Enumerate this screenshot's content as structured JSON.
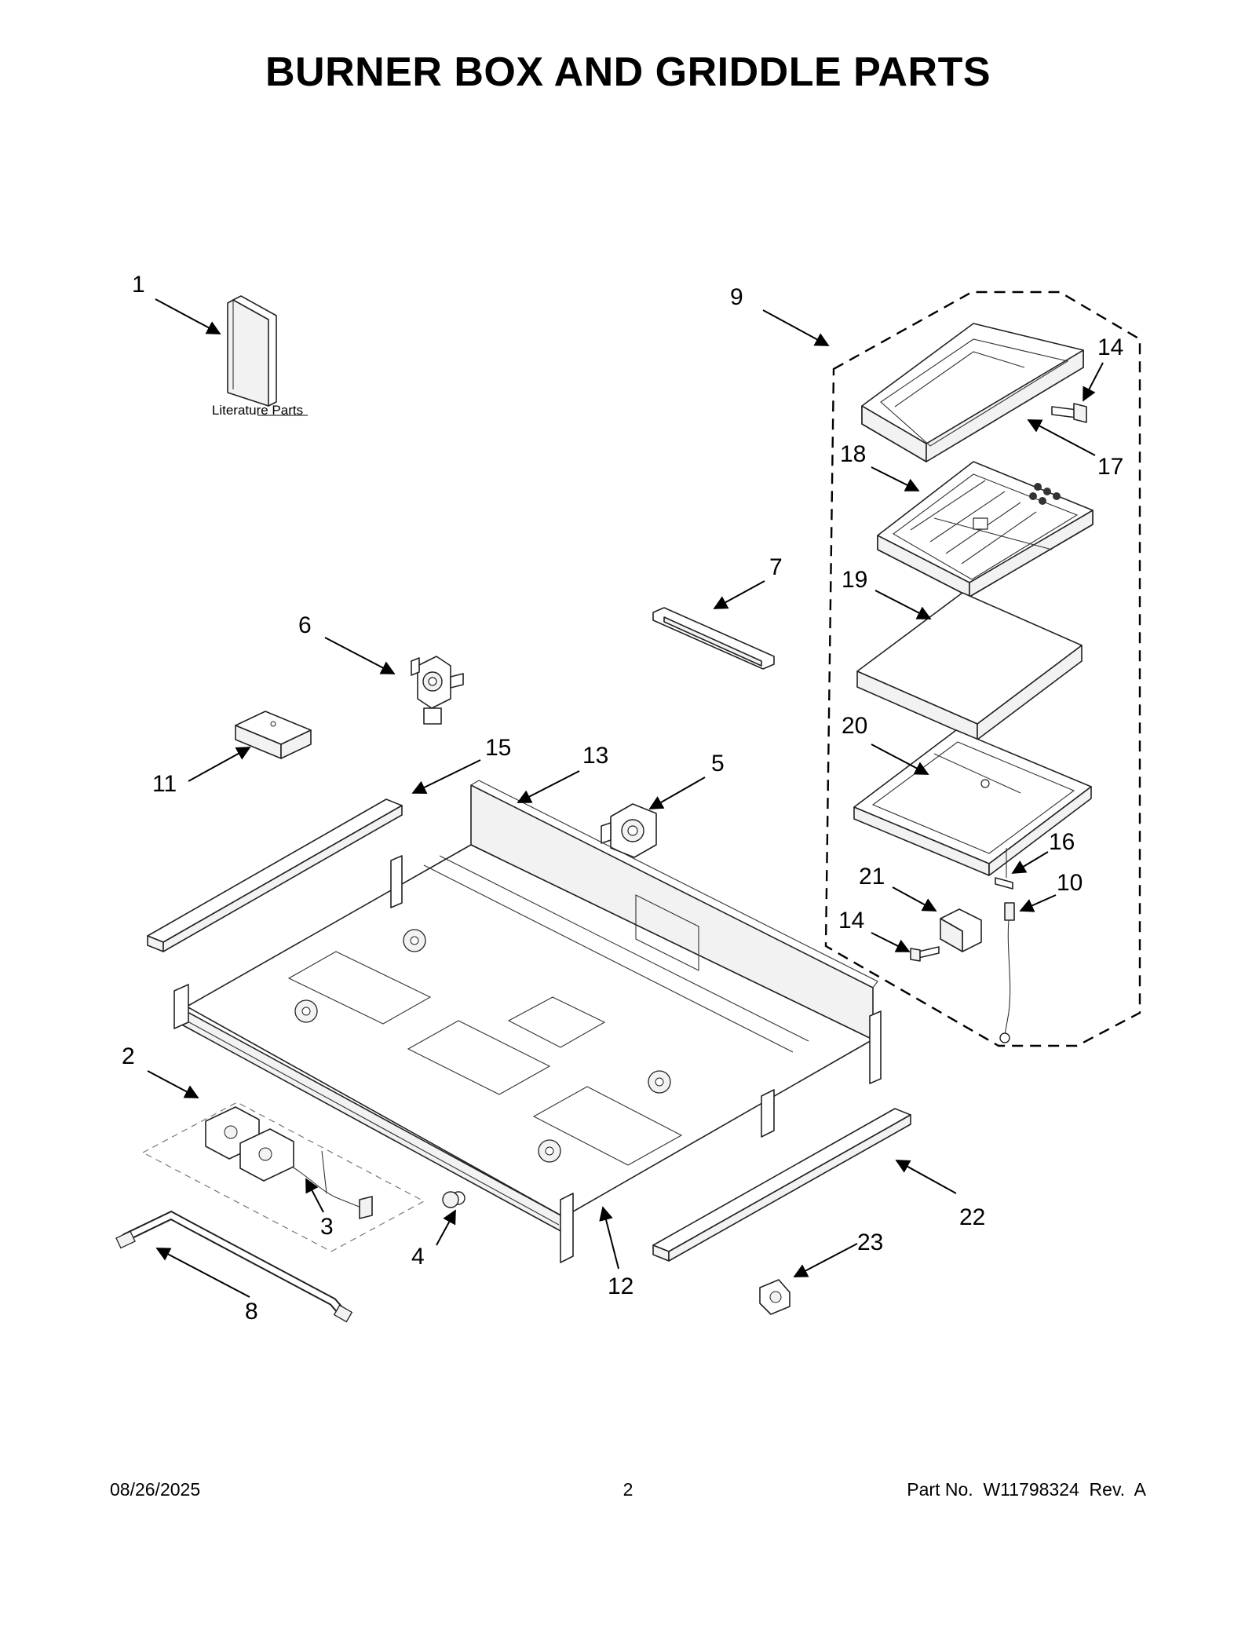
{
  "title": "BURNER BOX AND GRIDDLE PARTS",
  "literature_label": "Literature Parts",
  "callouts": [
    "1",
    "2",
    "3",
    "4",
    "5",
    "6",
    "7",
    "8",
    "9",
    "10",
    "11",
    "12",
    "13",
    "14",
    "14",
    "15",
    "16",
    "17",
    "18",
    "19",
    "20",
    "21",
    "22",
    "23"
  ],
  "footer": {
    "date": "08/26/2025",
    "page": "2",
    "part_number": "Part No.  W11798324  Rev.  A"
  }
}
